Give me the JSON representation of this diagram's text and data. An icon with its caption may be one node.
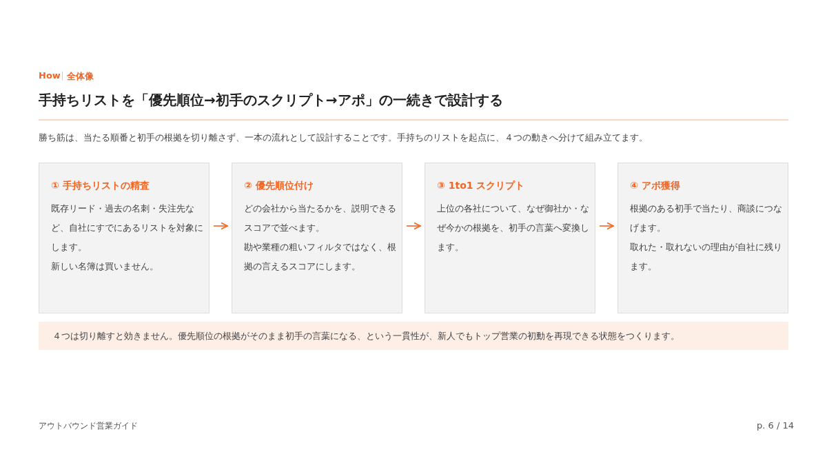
{
  "diagram": {
    "title": "手持ちリストを「優先順位→初手のスクリプト→アポ」の一続きで設計する",
    "nodes": [
      {
        "text": [
          "① 手持ちリストの精査",
          "既存リード・過去の名刺・失注先など、自社にすでにあるリストを対象にします。",
          "新しい名簿は買いません。"
        ]
      },
      {
        "text": [
          "② 優先順位付け",
          "どの会社から当たるかを、説明できるスコアで並べます。",
          "勘や業種の粗いフィルタではなく、根拠の言えるスコアにします。"
        ]
      },
      {
        "text": [
          "③ 1to1 スクリプト",
          "上位の各社について、なぜ御社か・なぜ今かの根拠を、初手の言葉へ変換します。"
        ]
      },
      {
        "text": [
          "④ アポ獲得",
          "根拠のある初手で当たり、商談につなげます。",
          "取れた・取れないの理由が自社に残ります。"
        ]
      },
      {
        "text": [
          "４つは切り離すと効きません。優先順位の根拠がそのまま初手の言葉になる、という一貫性が、新人でもトップ営業の初動を再現できる状態をつくります。"
        ]
      }
    ],
    "edges": [
      {
        "from": 0,
        "to": 1,
        "arrow": "to"
      },
      {
        "from": 1,
        "to": 2,
        "arrow": "to"
      },
      {
        "from": 2,
        "to": 3,
        "arrow": "to"
      }
    ],
    "labels": [
      "How",
      "全体像",
      "勝ち筋は、当たる順番と初手の根拠を切り離さず、一本の流れとして設計することです。手持ちのリストを起点に、４つの動きへ分けて組み立てます。",
      "アウトバウンド営業ガイド",
      "p. 6 / 14"
    ]
  }
}
